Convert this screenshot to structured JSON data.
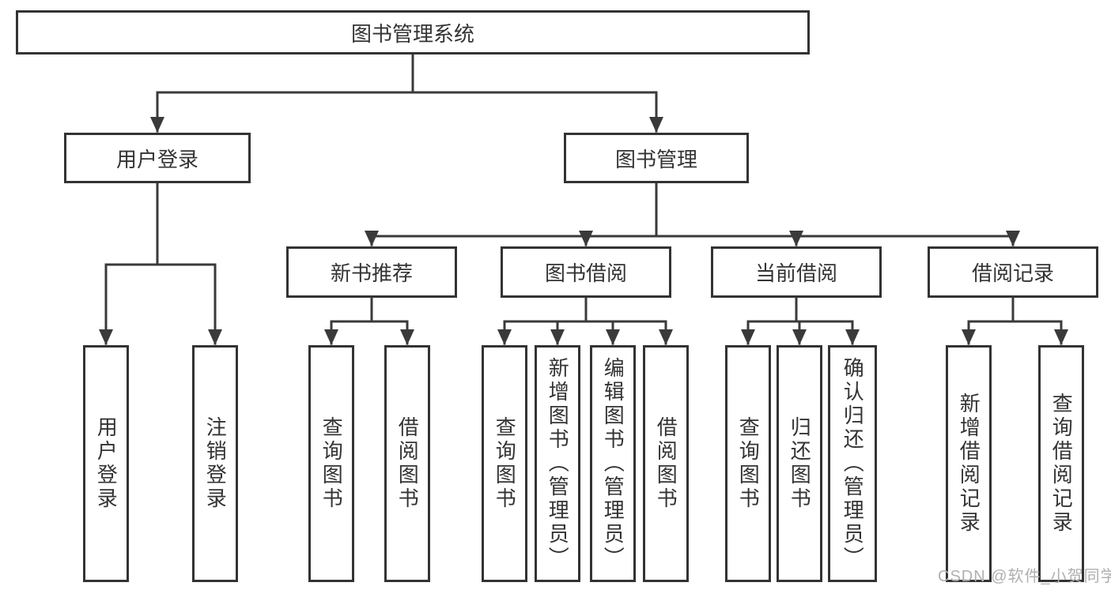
{
  "colors": {
    "line": "#3a3a3a",
    "border": "#333333",
    "text": "#333333",
    "watermark": "#b0b0b0",
    "background": "#ffffff"
  },
  "watermark": {
    "text": "CSDN @软件_小贺同学"
  },
  "tree": {
    "label": "图书管理系统",
    "children": [
      {
        "label": "用户登录",
        "children": [
          {
            "label": "用户登录"
          },
          {
            "label": "注销登录"
          }
        ]
      },
      {
        "label": "图书管理",
        "children": [
          {
            "label": "新书推荐",
            "children": [
              {
                "label": "查询图书"
              },
              {
                "label": "借阅图书"
              }
            ]
          },
          {
            "label": "图书借阅",
            "children": [
              {
                "label": "查询图书"
              },
              {
                "label": "新增图书（管理员）"
              },
              {
                "label": "编辑图书（管理员）"
              },
              {
                "label": "借阅图书"
              }
            ]
          },
          {
            "label": "当前借阅",
            "children": [
              {
                "label": "查询图书"
              },
              {
                "label": "归还图书"
              },
              {
                "label": "确认归还（管理员）"
              }
            ]
          },
          {
            "label": "借阅记录",
            "children": [
              {
                "label": "新增借阅记录"
              },
              {
                "label": "查询借阅记录"
              }
            ]
          }
        ]
      }
    ]
  }
}
